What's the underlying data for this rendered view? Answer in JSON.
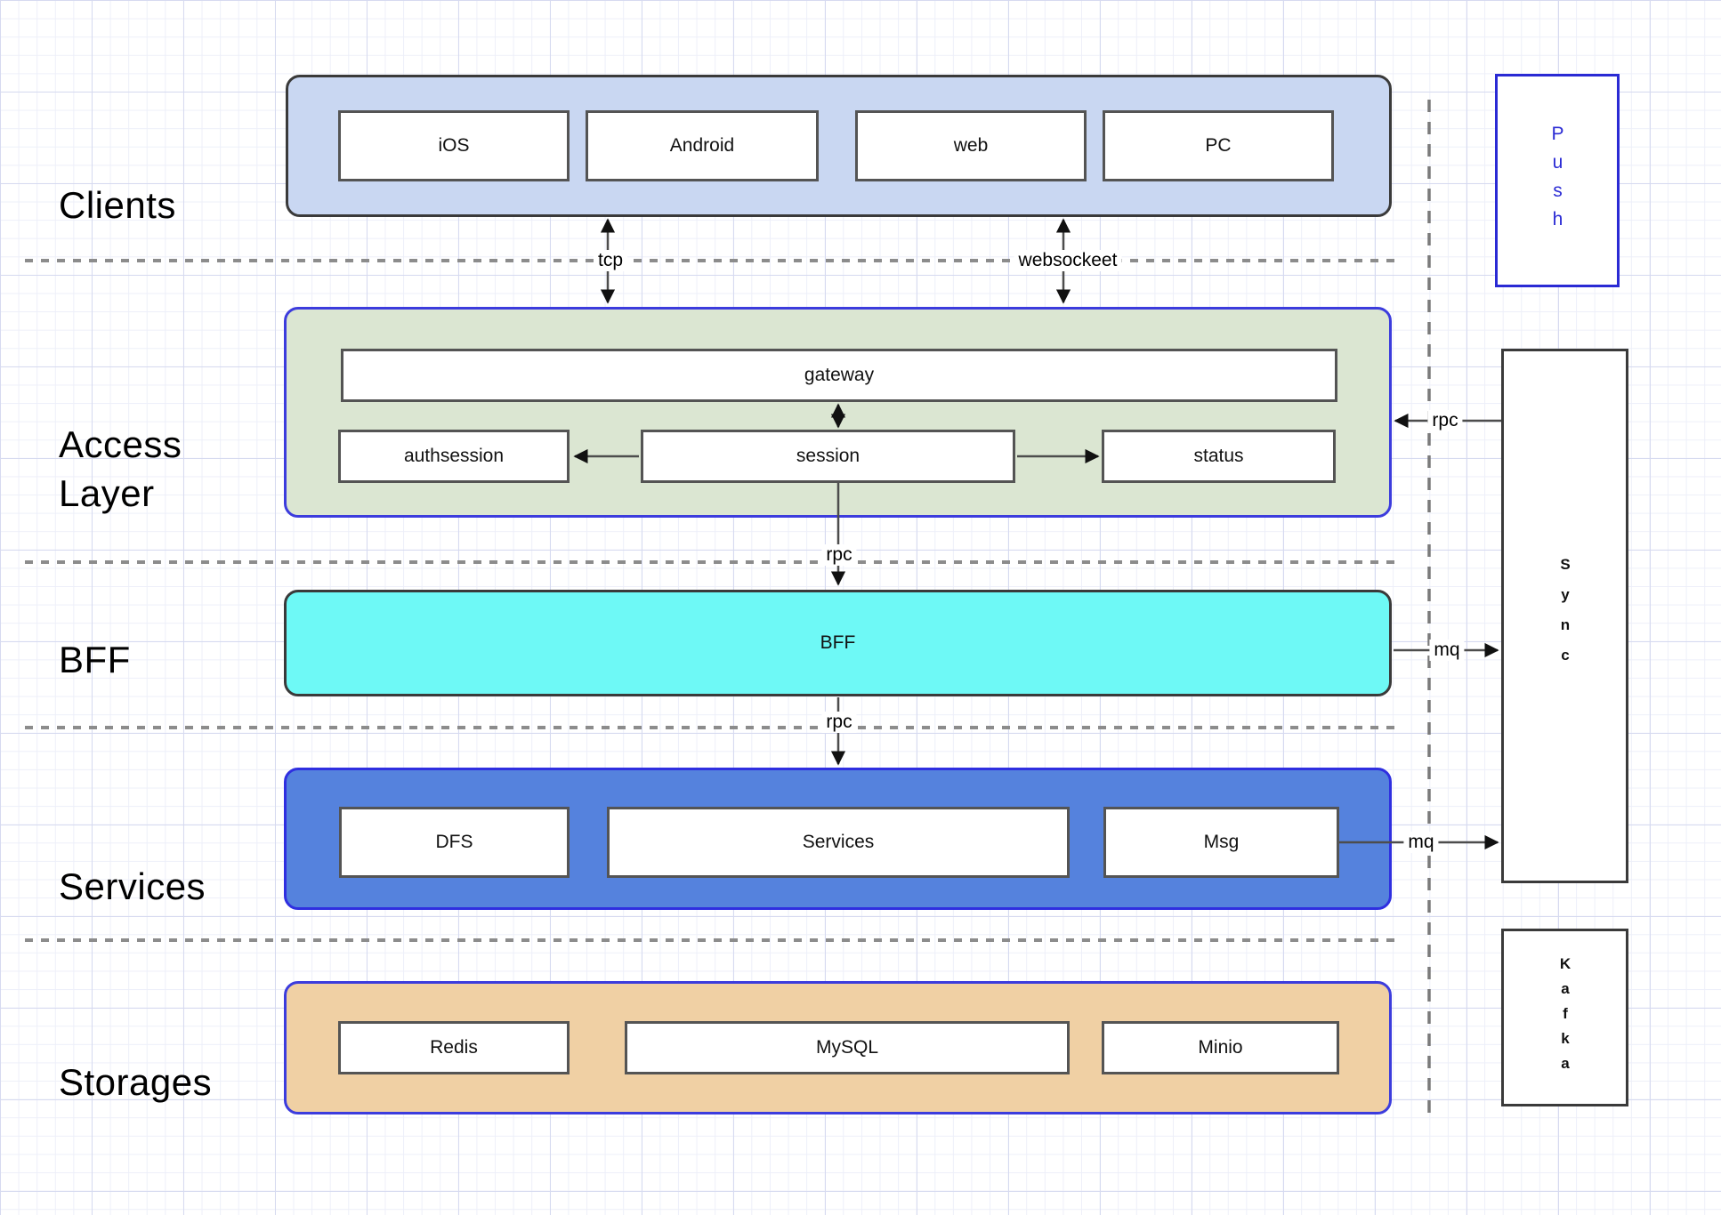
{
  "layers": {
    "clients": {
      "label": "Clients",
      "boxes": {
        "ios": "iOS",
        "android": "Android",
        "web": "web",
        "pc": "PC"
      }
    },
    "access": {
      "label": "Access Layer",
      "boxes": {
        "gateway": "gateway",
        "authsession": "authsession",
        "session": "session",
        "status": "status"
      }
    },
    "bff": {
      "label": "BFF",
      "box": "BFF"
    },
    "services": {
      "label": "Services",
      "boxes": {
        "dfs": "DFS",
        "services": "Services",
        "msg": "Msg"
      }
    },
    "storages": {
      "label": "Storages",
      "boxes": {
        "redis": "Redis",
        "mysql": "MySQL",
        "minio": "Minio"
      }
    }
  },
  "side_nodes": {
    "push": "Push",
    "sync": "Sync",
    "kafka": "Kafka"
  },
  "edge_labels": {
    "clients_access_tcp": "tcp",
    "clients_access_websocket": "websockeet",
    "access_bff_rpc": "rpc",
    "bff_services_rpc": "rpc",
    "sync_access_rpc": "rpc",
    "bff_sync_mq": "mq",
    "msg_sync_mq": "mq"
  },
  "colors": {
    "clients_fill": "#c9d7f2",
    "access_fill": "#dbe6d2",
    "bff_fill": "#6ef9f6",
    "services_fill": "#5582dd",
    "storages_fill": "#f0d0a4",
    "blue_container_border": "#3c3cdd",
    "dark_container_border": "#3a3a3a",
    "node_border": "#545454",
    "push_blue": "#2a2ad4",
    "dashed_separator_gray": "#8c8c8c",
    "arrow_gray": "#4d4d4d"
  }
}
